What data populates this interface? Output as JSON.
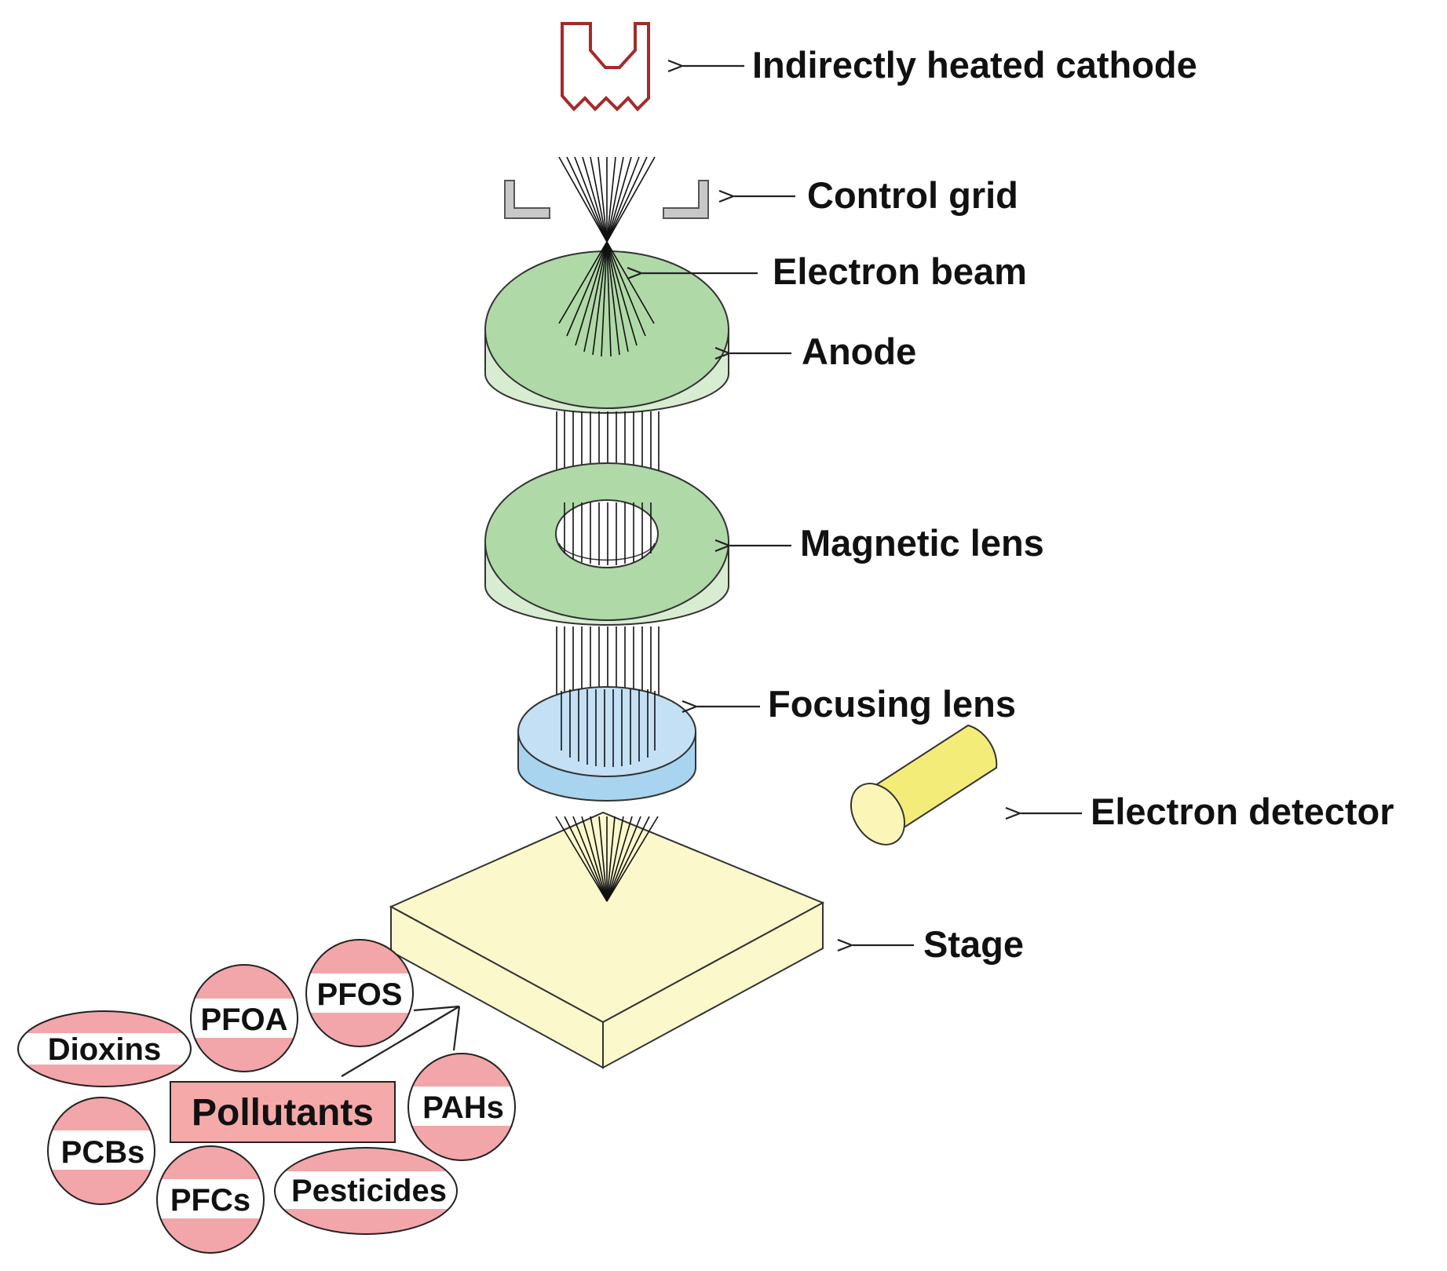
{
  "labels": {
    "cathode": "Indirectly heated cathode",
    "control_grid": "Control grid",
    "electron_beam": "Electron beam",
    "anode": "Anode",
    "magnetic_lens": "Magnetic lens",
    "focusing_lens": "Focusing lens",
    "electron_detector": "Electron detector",
    "stage": "Stage"
  },
  "pollutants": {
    "title": "Pollutants",
    "items": [
      "Dioxins",
      "PFOA",
      "PFOS",
      "PAHs",
      "PCBs",
      "PFCs",
      "Pesticides"
    ]
  },
  "colors": {
    "cathode": "#a52a2a",
    "grid": "#c8c8c8",
    "anode_top": "#b0d9a8",
    "anode_side": "#d8ecd2",
    "focus_top": "#c4e0f4",
    "focus_side": "#a8d4f0",
    "stage_top": "#fbf8cc",
    "detector": "#f4ec78",
    "pollutant_pink": "#f2a6a9",
    "pollutant_box": "#f6a9a9"
  }
}
